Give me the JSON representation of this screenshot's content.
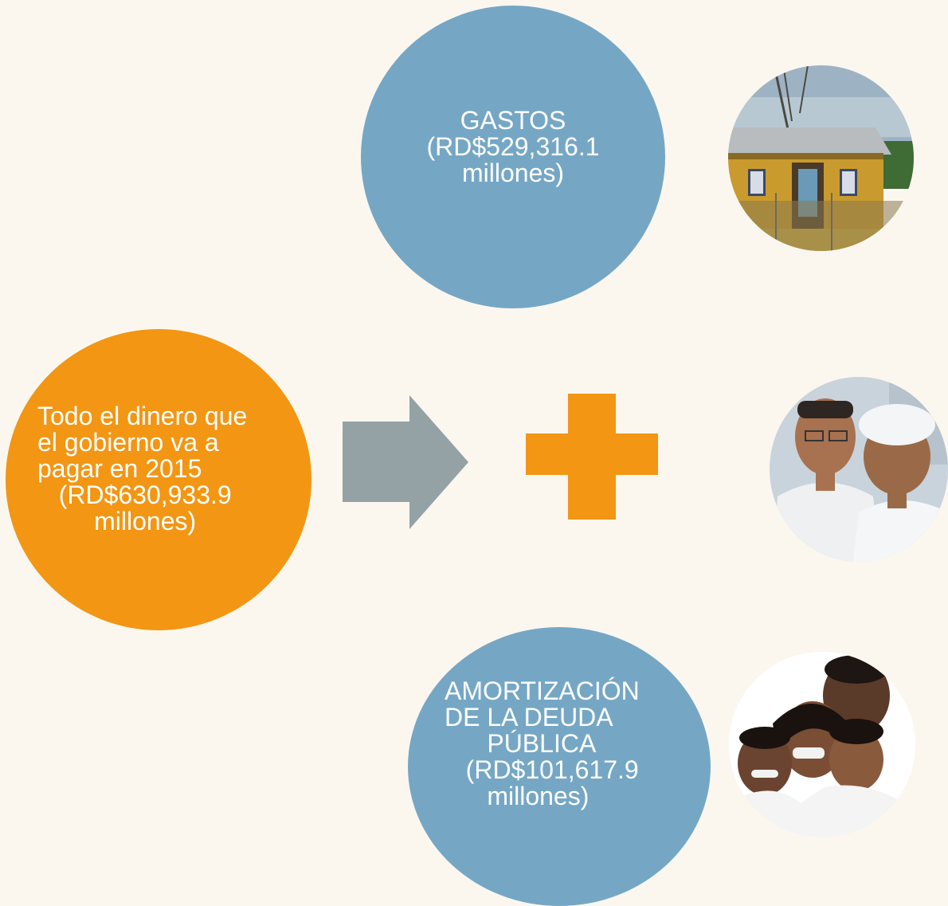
{
  "source": {
    "text": "Todo el dinero que\nel gobierno va a\npagar en 2015\n   (RD$630,933.9\n        millones)"
  },
  "gastos": {
    "text": "GASTOS\n(RD$529,316.1\nmillones)"
  },
  "deuda": {
    "text": "AMORTIZACIÓN\nDE LA DEUDA\n      PÚBLICA\n   (RD$101,617.9\n      millones)"
  },
  "colors": {
    "orange": "#f29613",
    "blue": "#75a7c5",
    "arrow_gray": "#94a2a6",
    "background": "#fbf7ef"
  },
  "icons": {
    "arrow": "right-arrow-icon",
    "plus": "plus-icon"
  },
  "photos": [
    {
      "name": "school-building-photo"
    },
    {
      "name": "doctors-photo"
    },
    {
      "name": "family-photo"
    }
  ]
}
